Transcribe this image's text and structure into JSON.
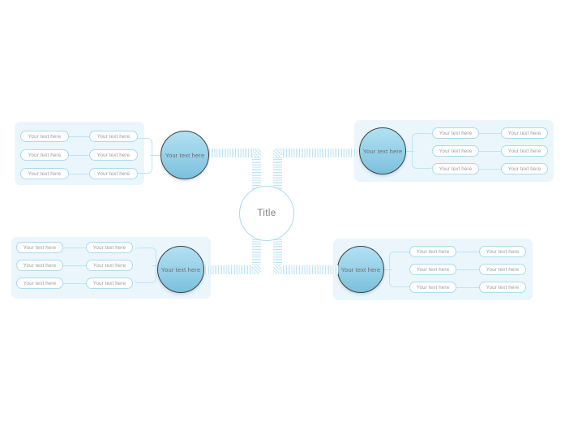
{
  "diagram": {
    "type": "mind-map",
    "center": {
      "label": "Title",
      "shape": "circle",
      "fill": "#ffffff",
      "border_color": "#a7daef",
      "text_color": "#7d7d7d"
    },
    "palette": {
      "panel_bg": "#eaf6fc",
      "box_bg": "#ffffff",
      "box_border": "#a9dbf0",
      "circle_border": "#3e4042",
      "circle_fill_top": "#b2e0f2",
      "circle_fill_bottom": "#7cc0dd",
      "connector_line": "#bfe3f3",
      "ribbon_stripe": "#bde3f4",
      "text_muted": "#9a9a9a",
      "page_bg": "#ffffff"
    },
    "branches": [
      {
        "id": "branch-top-left",
        "position": "top-left",
        "circle_label": "Your text here",
        "rows": [
          {
            "inner": "Your text here",
            "outer": "Your text here"
          },
          {
            "inner": "Your text here",
            "outer": "Your text here"
          },
          {
            "inner": "Your text here",
            "outer": "Your text here"
          }
        ]
      },
      {
        "id": "branch-top-right",
        "position": "top-right",
        "circle_label": "Your text here",
        "rows": [
          {
            "inner": "Your text here",
            "outer": "Your text here"
          },
          {
            "inner": "Your text here",
            "outer": "Your text here"
          },
          {
            "inner": "Your text here",
            "outer": "Your text here"
          }
        ]
      },
      {
        "id": "branch-bottom-left",
        "position": "bottom-left",
        "circle_label": "Your text here",
        "rows": [
          {
            "inner": "Your text here",
            "outer": "Your text here"
          },
          {
            "inner": "Your text here",
            "outer": "Your text here"
          },
          {
            "inner": "Your text here",
            "outer": "Your text here"
          }
        ]
      },
      {
        "id": "branch-bottom-right",
        "position": "bottom-right",
        "circle_label": "Your text here",
        "rows": [
          {
            "inner": "Your text here",
            "outer": "Your text here"
          },
          {
            "inner": "Your text here",
            "outer": "Your text here"
          },
          {
            "inner": "Your text here",
            "outer": "Your text here"
          }
        ]
      }
    ]
  }
}
